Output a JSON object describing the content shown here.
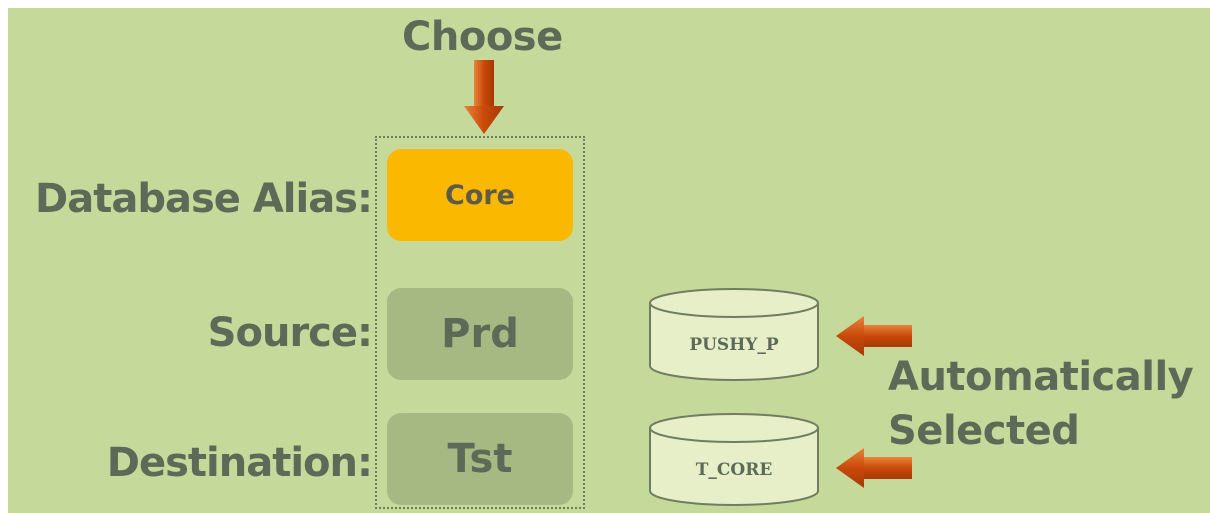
{
  "choose_label": "Choose",
  "rows": [
    {
      "label": "Database Alias:",
      "value": "Core"
    },
    {
      "label": "Source:",
      "value": "Prd"
    },
    {
      "label": "Destination:",
      "value": "Tst"
    }
  ],
  "databases": [
    {
      "name": "PUSHY_P"
    },
    {
      "name": "T_CORE"
    }
  ],
  "auto_label": {
    "line1": "Automatically",
    "line2": "Selected"
  },
  "colors": {
    "background": "#c5d99a",
    "selected_box": "#fbb800",
    "unselected_box": "#a7b983",
    "arrow": "#d9540e",
    "cylinder_fill": "#e6efc8",
    "text": "#5d6a58"
  },
  "icons": {
    "choose_arrow": "arrow-down-icon",
    "source_arrow": "arrow-left-icon",
    "destination_arrow": "arrow-left-icon",
    "database": "database-cylinder-icon"
  }
}
